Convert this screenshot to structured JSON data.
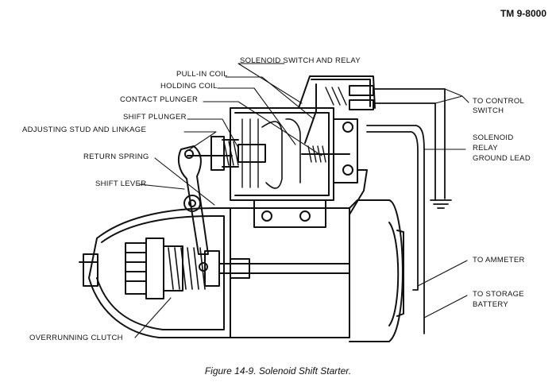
{
  "document": {
    "number": "TM 9-8000"
  },
  "caption": "Figure 14-9. Solenoid Shift Starter.",
  "labels": {
    "solenoid_switch_relay": "SOLENOID SWITCH AND RELAY",
    "pull_in_coil": "PULL-IN COIL",
    "holding_coil": "HOLDING COIL",
    "contact_plunger": "CONTACT PLUNGER",
    "shift_plunger": "SHIFT PLUNGER",
    "adjusting_stud": "ADJUSTING STUD AND LINKAGE",
    "return_spring": "RETURN SPRING",
    "shift_lever": "SHIFT LEVER",
    "overrunning_clutch": "OVERRUNNING CLUTCH",
    "to_control_switch_1": "TO CONTROL",
    "to_control_switch_2": "SWITCH",
    "relay_ground_1": "SOLENOID",
    "relay_ground_2": "RELAY",
    "relay_ground_3": "GROUND LEAD",
    "to_ammeter": "TO AMMETER",
    "to_storage_1": "TO STORAGE",
    "to_storage_2": "BATTERY"
  }
}
